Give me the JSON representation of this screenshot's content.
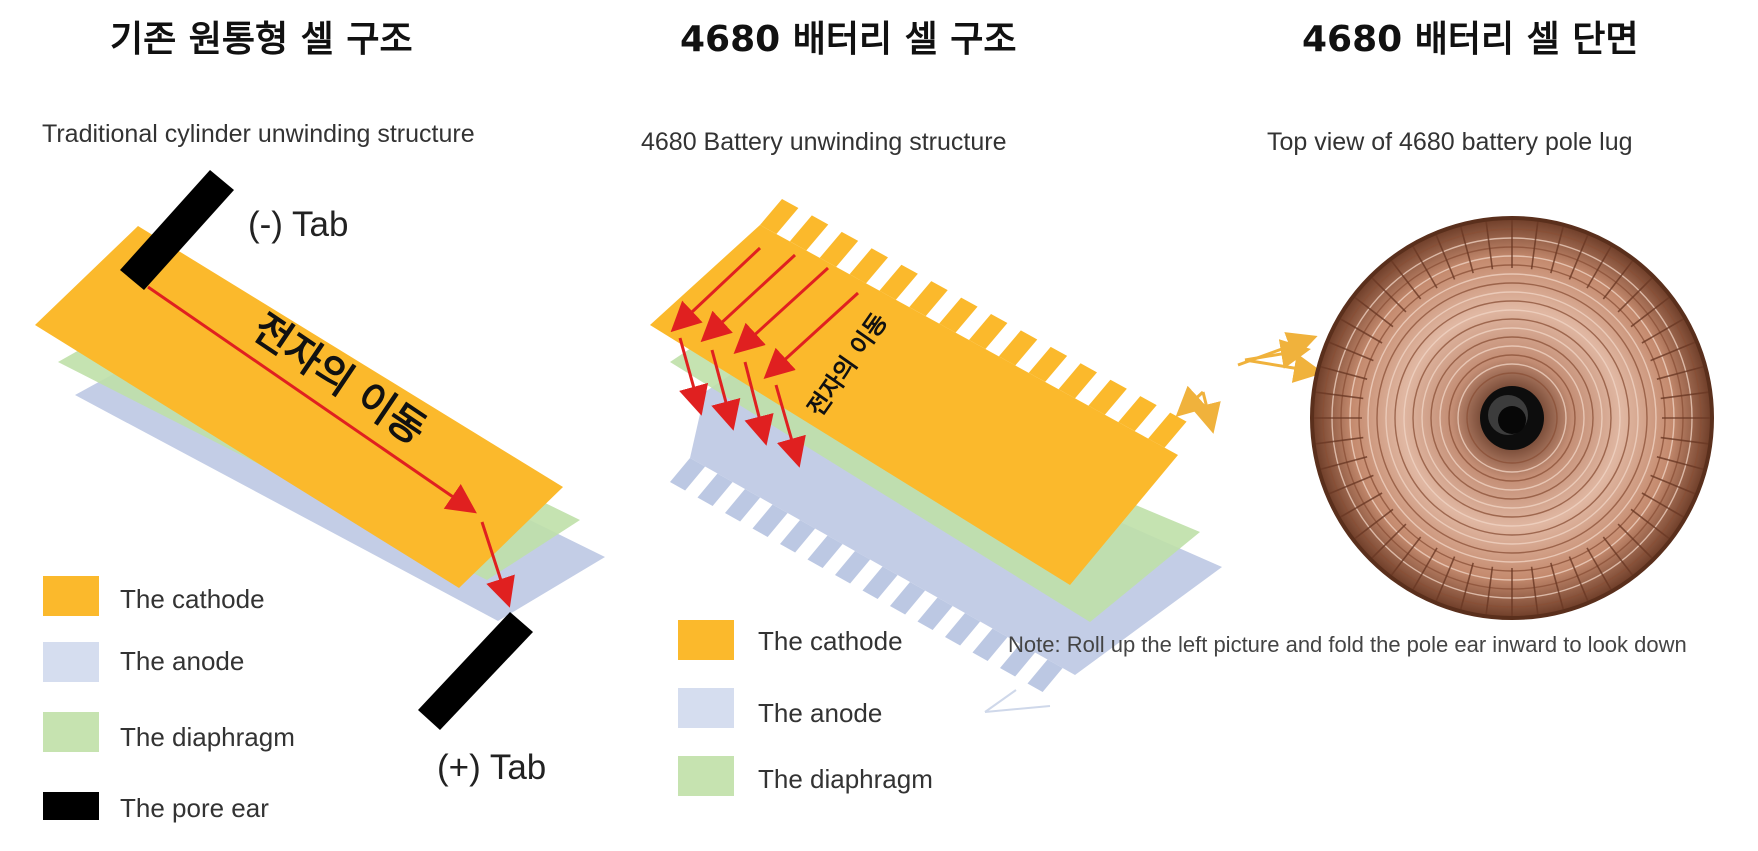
{
  "headings": {
    "traditional": "기존 원통형 셀 구조",
    "cell4680": "4680 배터리 셀 구조",
    "section4680": "4680 배터리 셀 단면"
  },
  "subtitles": {
    "traditional": "Traditional cylinder unwinding structure",
    "cell4680": "4680 Battery unwinding structure",
    "top_view": "Top view of 4680 battery pole lug"
  },
  "tabs": {
    "negative": "(-) Tab",
    "positive": "(+) Tab"
  },
  "flow_label": "전자의 이동",
  "note": "Note: Roll up the left picture and fold the pole ear inward to look down",
  "legend_left": [
    {
      "label": "The cathode",
      "color": "#fbb92c"
    },
    {
      "label": "The anode",
      "color": "#d5ddef"
    },
    {
      "label": "The diaphragm",
      "color": "#c6e3b0"
    },
    {
      "label": "The pore ear",
      "color": "#000000"
    }
  ],
  "legend_right": [
    {
      "label": "The cathode",
      "color": "#fbb92c"
    },
    {
      "label": "The anode",
      "color": "#d5ddef"
    },
    {
      "label": "The diaphragm",
      "color": "#c6e3b0"
    }
  ],
  "colors": {
    "cathode": "#fbb92c",
    "anode": "#b9c6e1",
    "diaphragm": "#bfe0a8",
    "tab": "#000000",
    "arrow": "#e02020",
    "copper": "#a86a4e"
  }
}
